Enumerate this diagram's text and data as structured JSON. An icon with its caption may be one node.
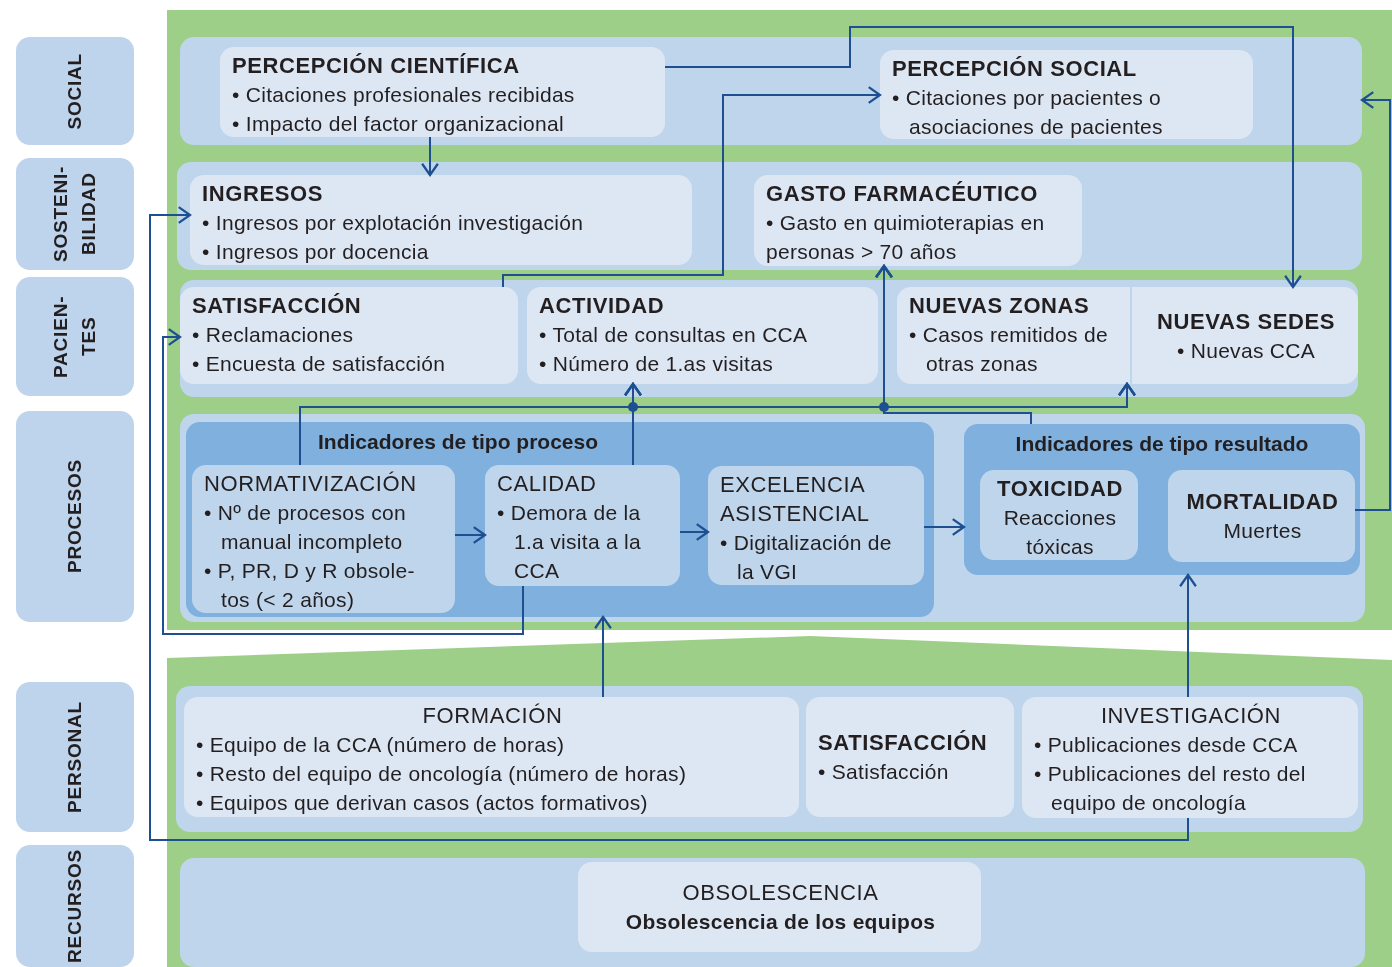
{
  "diagram": {
    "nodes": [
      {
        "text": [
          "SOCIAL"
        ]
      },
      {
        "text": [
          "SOSTENI- BILIDAD"
        ]
      },
      {
        "text": [
          "PACIEN- TES"
        ]
      },
      {
        "text": [
          "PROCESOS"
        ]
      },
      {
        "text": [
          "PERSONAL"
        ]
      },
      {
        "text": [
          "RECURSOS"
        ]
      },
      {
        "text": [],
        "shape": "box"
      },
      {
        "text": [
          "PERCEPCIÓN CIENTÍFICA",
          "• Citaciones profesionales recibidas",
          "• Impacto del factor organizacional"
        ],
        "in": 6
      },
      {
        "text": [
          "PERCEPCIÓN SOCIAL",
          "• Citaciones por pacientes o asociaciones de pacientes"
        ],
        "in": 6
      },
      {
        "text": [
          "INGRESOS",
          "• Ingresos por explotación investigación",
          "• Ingresos por docencia"
        ]
      },
      {
        "text": [
          "GASTO FARMACÉUTICO",
          "• Gasto en quimioterapias en personas > 70 años"
        ]
      },
      {
        "text": [
          "SATISFACCIÓN",
          "• Reclamaciones",
          "• Encuesta de satisfacción"
        ]
      },
      {
        "text": [
          "ACTIVIDAD",
          "• Total de consultas en CCA",
          "• Número de 1.as visitas"
        ]
      },
      {
        "text": [
          "NUEVAS ZONAS",
          "• Casos remitidos de otras zonas"
        ]
      },
      {
        "text": [
          "NUEVAS SEDES",
          "• Nuevas CCA"
        ]
      },
      {
        "text": [
          "Indicadores de tipo proceso"
        ]
      },
      {
        "text": [
          "NORMATIVIZACIÓN",
          "• Nº de procesos con manual incompleto",
          "• P, PR, D y R obsole- tos (< 2 años)"
        ],
        "in": 15
      },
      {
        "text": [
          "CALIDAD",
          "• Demora de la 1.a visita a la CCA"
        ],
        "in": 15
      },
      {
        "text": [
          "EXCELENCIA ASISTENCIAL",
          "• Digitalización de la VGI"
        ],
        "in": 15
      },
      {
        "text": [
          "Indicadores de tipo resultado"
        ]
      },
      {
        "text": [
          "TOXICIDAD",
          "Reacciones tóxicas"
        ],
        "in": 19
      },
      {
        "text": [
          "MORTALIDAD",
          "Muertes"
        ],
        "in": 19
      },
      {
        "text": [
          "FORMACIÓN",
          "• Equipo de la CCA (número de horas)",
          "• Resto del equipo de oncología (número de horas)",
          "• Equipos que derivan casos (actos formativos)"
        ]
      },
      {
        "text": [
          "SATISFACCIÓN",
          "• Satisfacción"
        ]
      },
      {
        "text": [
          "INVESTIGACIÓN",
          "• Publicaciones desde CCA",
          "• Publicaciones del resto del equipo de oncología"
        ]
      },
      {
        "text": [
          "OBSOLESCENCIA",
          "Obsolescencia de los equipos"
        ]
      }
    ],
    "edges": [
      {
        "from": 7,
        "to": 9,
        "arrow": "to"
      },
      {
        "from": 7,
        "to": 14,
        "arrow": "to"
      },
      {
        "from": 11,
        "to": 8,
        "arrow": "to"
      },
      {
        "from": 16,
        "to": 12,
        "arrow": "to"
      },
      {
        "from": 16,
        "to": 10,
        "arrow": "to"
      },
      {
        "from": 16,
        "to": 13,
        "arrow": "to"
      },
      {
        "from": 17,
        "to": 12,
        "arrow": "to"
      },
      {
        "from": 17,
        "to": 10,
        "arrow": "to"
      },
      {
        "from": 17,
        "to": 13,
        "arrow": "to"
      },
      {
        "from": 19,
        "to": 12,
        "arrow": "to"
      },
      {
        "from": 19,
        "to": 10,
        "arrow": "to"
      },
      {
        "from": 19,
        "to": 13,
        "arrow": "to"
      },
      {
        "from": 17,
        "to": 11,
        "arrow": "to"
      },
      {
        "from": 16,
        "to": 17,
        "arrow": "to"
      },
      {
        "from": 17,
        "to": 18,
        "arrow": "to"
      },
      {
        "from": 18,
        "to": 19,
        "arrow": "to"
      },
      {
        "from": 22,
        "to": 15,
        "arrow": "to"
      },
      {
        "from": 24,
        "to": 19,
        "arrow": "to"
      },
      {
        "from": 24,
        "to": 9,
        "arrow": "to"
      },
      {
        "from": 21,
        "to": 6,
        "arrow": "to"
      }
    ]
  }
}
